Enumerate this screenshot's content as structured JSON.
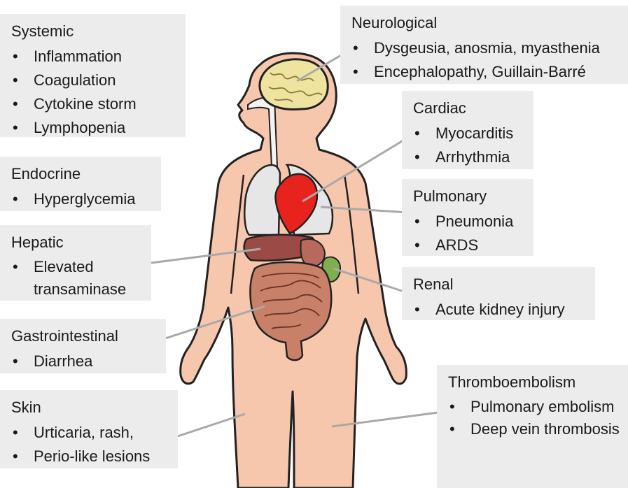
{
  "systemic": {
    "title": "Systemic",
    "items": [
      "Inflammation",
      "Coagulation",
      "Cytokine storm",
      "Lymphopenia"
    ]
  },
  "endocrine": {
    "title": "Endocrine",
    "items": [
      "Hyperglycemia"
    ]
  },
  "hepatic": {
    "title": "Hepatic",
    "items": [
      "Elevated transaminase"
    ]
  },
  "gastrointestinal": {
    "title": "Gastrointestinal",
    "items": [
      "Diarrhea"
    ]
  },
  "skin": {
    "title": "Skin",
    "items": [
      "Urticaria, rash,",
      "Perio-like lesions"
    ]
  },
  "neurological": {
    "title": "Neurological",
    "items": [
      "Dysgeusia, anosmia, myasthenia",
      "Encephalopathy, Guillain-Barré"
    ]
  },
  "cardiac": {
    "title": "Cardiac",
    "items": [
      "Myocarditis",
      "Arrhythmia"
    ]
  },
  "pulmonary": {
    "title": "Pulmonary",
    "items": [
      "Pneumonia",
      "ARDS"
    ]
  },
  "renal": {
    "title": "Renal",
    "items": [
      "Acute kidney injury"
    ]
  },
  "thromboembolism": {
    "title": "Thromboembolism",
    "items": [
      "Pulmonary embolism",
      "Deep vein thrombosis"
    ]
  },
  "colors": {
    "skin": "#f6c6ad",
    "outline": "#222222",
    "box_bg": "#ececec",
    "brain": "#efe3a0",
    "lung": "#e6e6e6",
    "heart": "#e8231e",
    "liver": "#9c4a45",
    "intestine": "#c98068",
    "kidney": "#7fae4f",
    "leader_line": "#a9a9a9"
  }
}
